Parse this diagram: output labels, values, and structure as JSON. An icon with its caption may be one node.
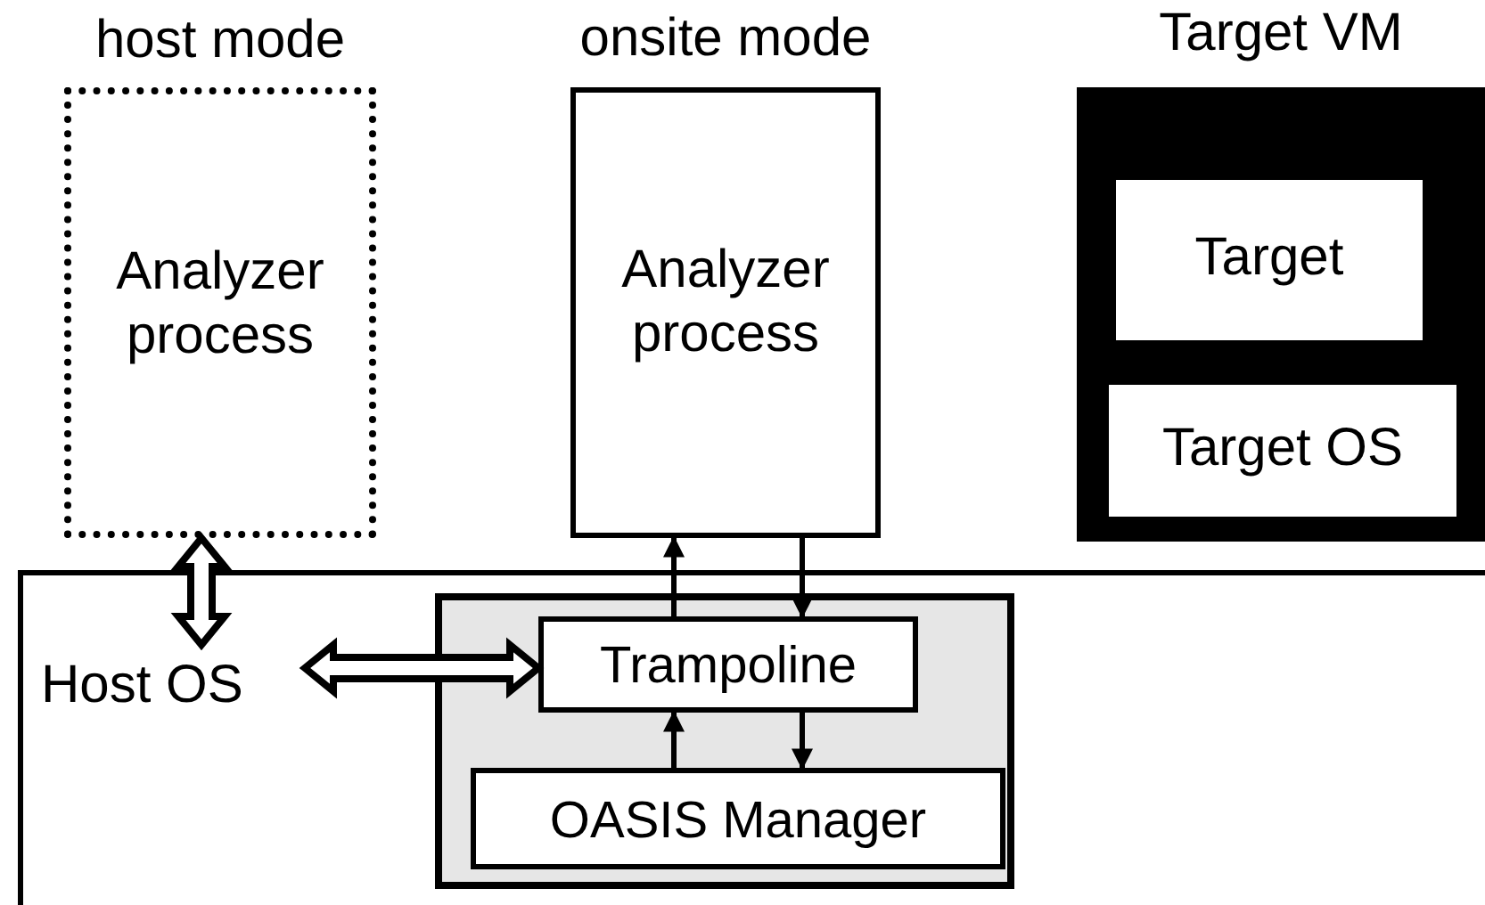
{
  "diagram": {
    "nodes": [
      {
        "text": [
          "host mode",
          "Analyzer process"
        ]
      },
      {
        "text": [
          "onsite mode",
          "Analyzer process"
        ]
      },
      {
        "text": [
          "Target VM"
        ]
      },
      {
        "text": [
          "Target"
        ],
        "in": 2
      },
      {
        "text": [
          "Target OS"
        ],
        "in": 2
      },
      {
        "text": [
          "Host OS"
        ]
      },
      {
        "text": [],
        "shape": "box",
        "in": 5
      },
      {
        "text": [
          "Trampoline"
        ],
        "in": 6
      },
      {
        "text": [
          "OASIS Manager"
        ],
        "in": 6
      }
    ],
    "edges": [
      {
        "from": 0,
        "to": 5,
        "arrow": "both",
        "style": "thick"
      },
      {
        "from": 5,
        "to": 7,
        "arrow": "both",
        "style": "thick"
      },
      {
        "from": 7,
        "to": 1,
        "arrow": "to"
      },
      {
        "from": 1,
        "to": 7,
        "arrow": "to"
      },
      {
        "from": 8,
        "to": 7,
        "arrow": "to"
      },
      {
        "from": 7,
        "to": 8,
        "arrow": "to"
      }
    ]
  }
}
